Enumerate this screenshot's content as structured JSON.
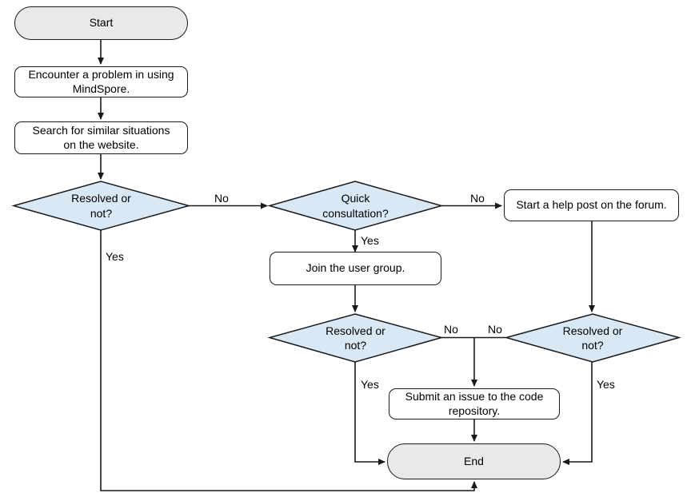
{
  "flowchart": {
    "nodes": {
      "start": {
        "label": "Start"
      },
      "encounter_problem": {
        "label": [
          "Encounter a problem in using",
          "MindSpore."
        ]
      },
      "search_website": {
        "label": [
          "Search for similar situations",
          "on the website."
        ]
      },
      "resolved_1": {
        "label": [
          "Resolved or",
          "not?"
        ]
      },
      "quick_consultation": {
        "label": [
          "Quick",
          "consultation?"
        ]
      },
      "help_post_forum": {
        "label": "Start a help post on the forum."
      },
      "join_user_group": {
        "label": "Join the user group."
      },
      "resolved_2": {
        "label": [
          "Resolved or",
          "not?"
        ]
      },
      "resolved_3": {
        "label": [
          "Resolved or",
          "not?"
        ]
      },
      "submit_issue": {
        "label": [
          "Submit an issue to the code",
          "repository."
        ]
      },
      "end": {
        "label": "End"
      }
    },
    "edge_labels": {
      "resolved1_no": "No",
      "resolved1_yes": "Yes",
      "quick_no": "No",
      "quick_yes": "Yes",
      "resolved2_yes": "Yes",
      "resolved2_no": "No",
      "resolved3_no": "No",
      "resolved3_yes": "Yes"
    },
    "colors": {
      "decision_fill": "#d8e8f5",
      "terminal_fill": "#e9e9e9",
      "process_fill": "#ffffff",
      "line": "#1a1a1a"
    }
  }
}
